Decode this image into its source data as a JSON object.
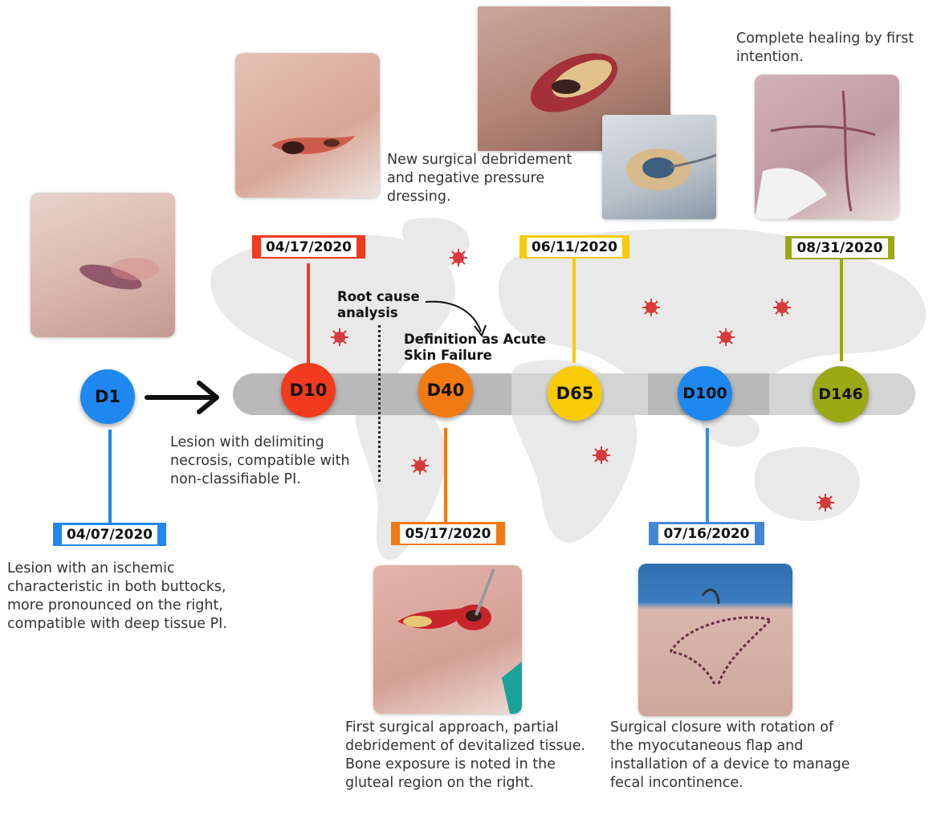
{
  "colors": {
    "blue": "#1e88f0",
    "red": "#f23a1e",
    "orange": "#f27a12",
    "yellow": "#f7cb08",
    "green": "#9aa813",
    "steel_blue": "#3f88d8",
    "map_gray": "#e9e9e9",
    "virus_red": "#d83a3a"
  },
  "icons": [
    "arrow-right-icon",
    "virus-icon",
    "curved-arrow-icon"
  ],
  "milestones": [
    {
      "day": "D1",
      "date": "04/07/2020",
      "text": "Lesion with an ischemic characteristic in both buttocks, more pronounced on the right, compatible with deep tissue PI."
    },
    {
      "day": "D10",
      "date": "04/17/2020",
      "text": "Lesion with delimiting necrosis, compatible with non-classifiable PI."
    },
    {
      "day": "D40",
      "date": "05/17/2020",
      "text": "First surgical approach, partial debridement of devitalized tissue. Bone exposure is noted in the gluteal region on the right."
    },
    {
      "day": "D65",
      "date": "06/11/2020",
      "text": "New surgical debridement and negative pressure dressing."
    },
    {
      "day": "D100",
      "date": "07/16/2020",
      "text": "Surgical closure with rotation of the myocutaneous flap and installation of a device to manage fecal incontinence."
    },
    {
      "day": "D146",
      "date": "08/31/2020",
      "text": "Complete healing by first intention."
    }
  ],
  "annotations": {
    "root_cause": "Root cause analysis",
    "definition": "Definition as Acute Skin Failure"
  }
}
